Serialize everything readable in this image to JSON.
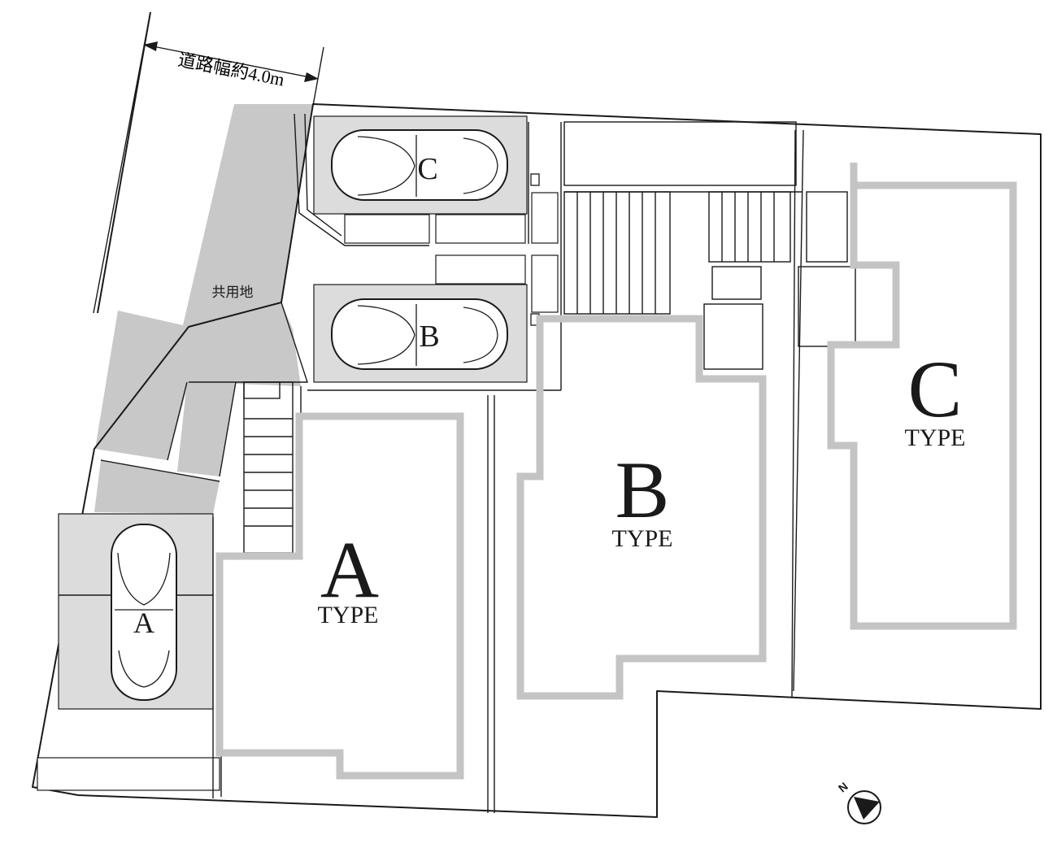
{
  "road_width_label": "道路幅約4.0m",
  "common_area_label": "共用地",
  "units": [
    {
      "letter": "A",
      "type_label": "TYPE"
    },
    {
      "letter": "B",
      "type_label": "TYPE"
    },
    {
      "letter": "C",
      "type_label": "TYPE"
    }
  ],
  "cars": [
    {
      "label": "C"
    },
    {
      "label": "B"
    },
    {
      "label": "A"
    }
  ],
  "compass": {
    "north_label": "N"
  },
  "colors": {
    "road_gray": "#c8c8c8",
    "parking_gray": "#dcdcdc",
    "wall_gray": "#c4c4c4",
    "line": "#1a1a1a"
  }
}
